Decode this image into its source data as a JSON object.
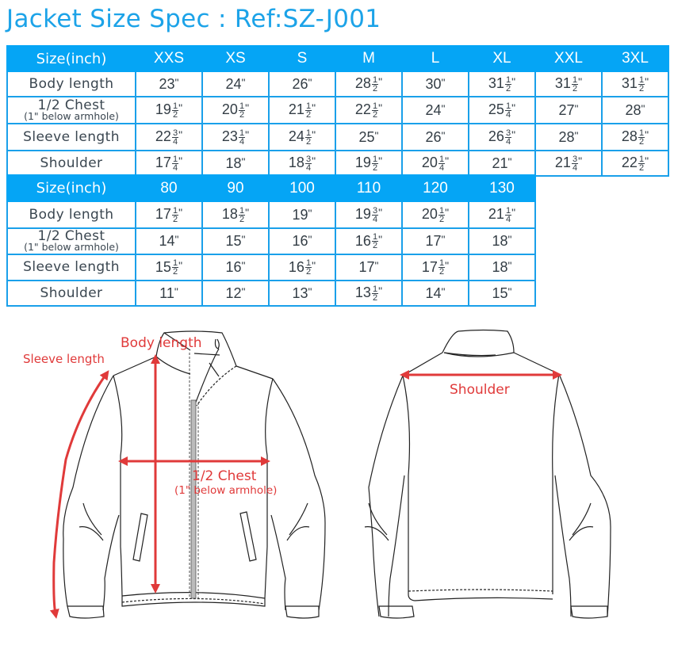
{
  "title": "Jacket Size Spec : Ref:SZ-J001",
  "colors": {
    "title": "#1ca3e8",
    "header_bg": "#05a5f5",
    "border": "#1aa0ea",
    "annotation": "#e03a3a"
  },
  "adult_table": {
    "header_label": "Size(inch)",
    "sizes": [
      "XXS",
      "XS",
      "S",
      "M",
      "L",
      "XL",
      "XXL",
      "3XL"
    ],
    "rows": [
      {
        "label": "Body length",
        "values": [
          {
            "w": "23",
            "f": ""
          },
          {
            "w": "24",
            "f": ""
          },
          {
            "w": "26",
            "f": ""
          },
          {
            "w": "28",
            "f": "1/2"
          },
          {
            "w": "30",
            "f": ""
          },
          {
            "w": "31",
            "f": "1/2"
          },
          {
            "w": "31",
            "f": "1/2"
          },
          {
            "w": "31",
            "f": "1/2"
          }
        ]
      },
      {
        "label": "1/2 Chest",
        "sublabel": "(1\" below armhole)",
        "values": [
          {
            "w": "19",
            "f": "1/2"
          },
          {
            "w": "20",
            "f": "1/2"
          },
          {
            "w": "21",
            "f": "1/2"
          },
          {
            "w": "22",
            "f": "1/2"
          },
          {
            "w": "24",
            "f": ""
          },
          {
            "w": "25",
            "f": "1/4"
          },
          {
            "w": "27",
            "f": ""
          },
          {
            "w": "28",
            "f": ""
          }
        ]
      },
      {
        "label": "Sleeve length",
        "values": [
          {
            "w": "22",
            "f": "3/4"
          },
          {
            "w": "23",
            "f": "1/4"
          },
          {
            "w": "24",
            "f": "1/2"
          },
          {
            "w": "25",
            "f": ""
          },
          {
            "w": "26",
            "f": ""
          },
          {
            "w": "26",
            "f": "3/4"
          },
          {
            "w": "28",
            "f": ""
          },
          {
            "w": "28",
            "f": "1/2"
          }
        ]
      },
      {
        "label": "Shoulder",
        "values": [
          {
            "w": "17",
            "f": "1/4"
          },
          {
            "w": "18",
            "f": ""
          },
          {
            "w": "18",
            "f": "3/4"
          },
          {
            "w": "19",
            "f": "1/2"
          },
          {
            "w": "20",
            "f": "1/4"
          },
          {
            "w": "21",
            "f": ""
          },
          {
            "w": "21",
            "f": "3/4"
          },
          {
            "w": "22",
            "f": "1/2"
          }
        ]
      }
    ]
  },
  "kids_table": {
    "header_label": "Size(inch)",
    "sizes": [
      "80",
      "90",
      "100",
      "110",
      "120",
      "130"
    ],
    "rows": [
      {
        "label": "Body length",
        "values": [
          {
            "w": "17",
            "f": "1/2"
          },
          {
            "w": "18",
            "f": "1/2"
          },
          {
            "w": "19",
            "f": ""
          },
          {
            "w": "19",
            "f": "3/4"
          },
          {
            "w": "20",
            "f": "1/2"
          },
          {
            "w": "21",
            "f": "1/4"
          }
        ]
      },
      {
        "label": "1/2 Chest",
        "sublabel": "(1\" below armhole)",
        "values": [
          {
            "w": "14",
            "f": ""
          },
          {
            "w": "15",
            "f": ""
          },
          {
            "w": "16",
            "f": ""
          },
          {
            "w": "16",
            "f": "1/2"
          },
          {
            "w": "17",
            "f": ""
          },
          {
            "w": "18",
            "f": ""
          }
        ]
      },
      {
        "label": "Sleeve length",
        "values": [
          {
            "w": "15",
            "f": "1/2"
          },
          {
            "w": "16",
            "f": ""
          },
          {
            "w": "16",
            "f": "1/2"
          },
          {
            "w": "17",
            "f": ""
          },
          {
            "w": "17",
            "f": "1/2"
          },
          {
            "w": "18",
            "f": ""
          }
        ]
      },
      {
        "label": "Shoulder",
        "values": [
          {
            "w": "11",
            "f": ""
          },
          {
            "w": "12",
            "f": ""
          },
          {
            "w": "13",
            "f": ""
          },
          {
            "w": "13",
            "f": "1/2"
          },
          {
            "w": "14",
            "f": ""
          },
          {
            "w": "15",
            "f": ""
          }
        ]
      }
    ]
  },
  "inch_mark": "\"",
  "diagram": {
    "front_labels": {
      "sleeve_length": "Sleeve length",
      "body_length": "Body length",
      "chest": "1/2 Chest",
      "chest_sub": "(1\" below armhole)"
    },
    "back_labels": {
      "shoulder": "Shoulder"
    }
  }
}
